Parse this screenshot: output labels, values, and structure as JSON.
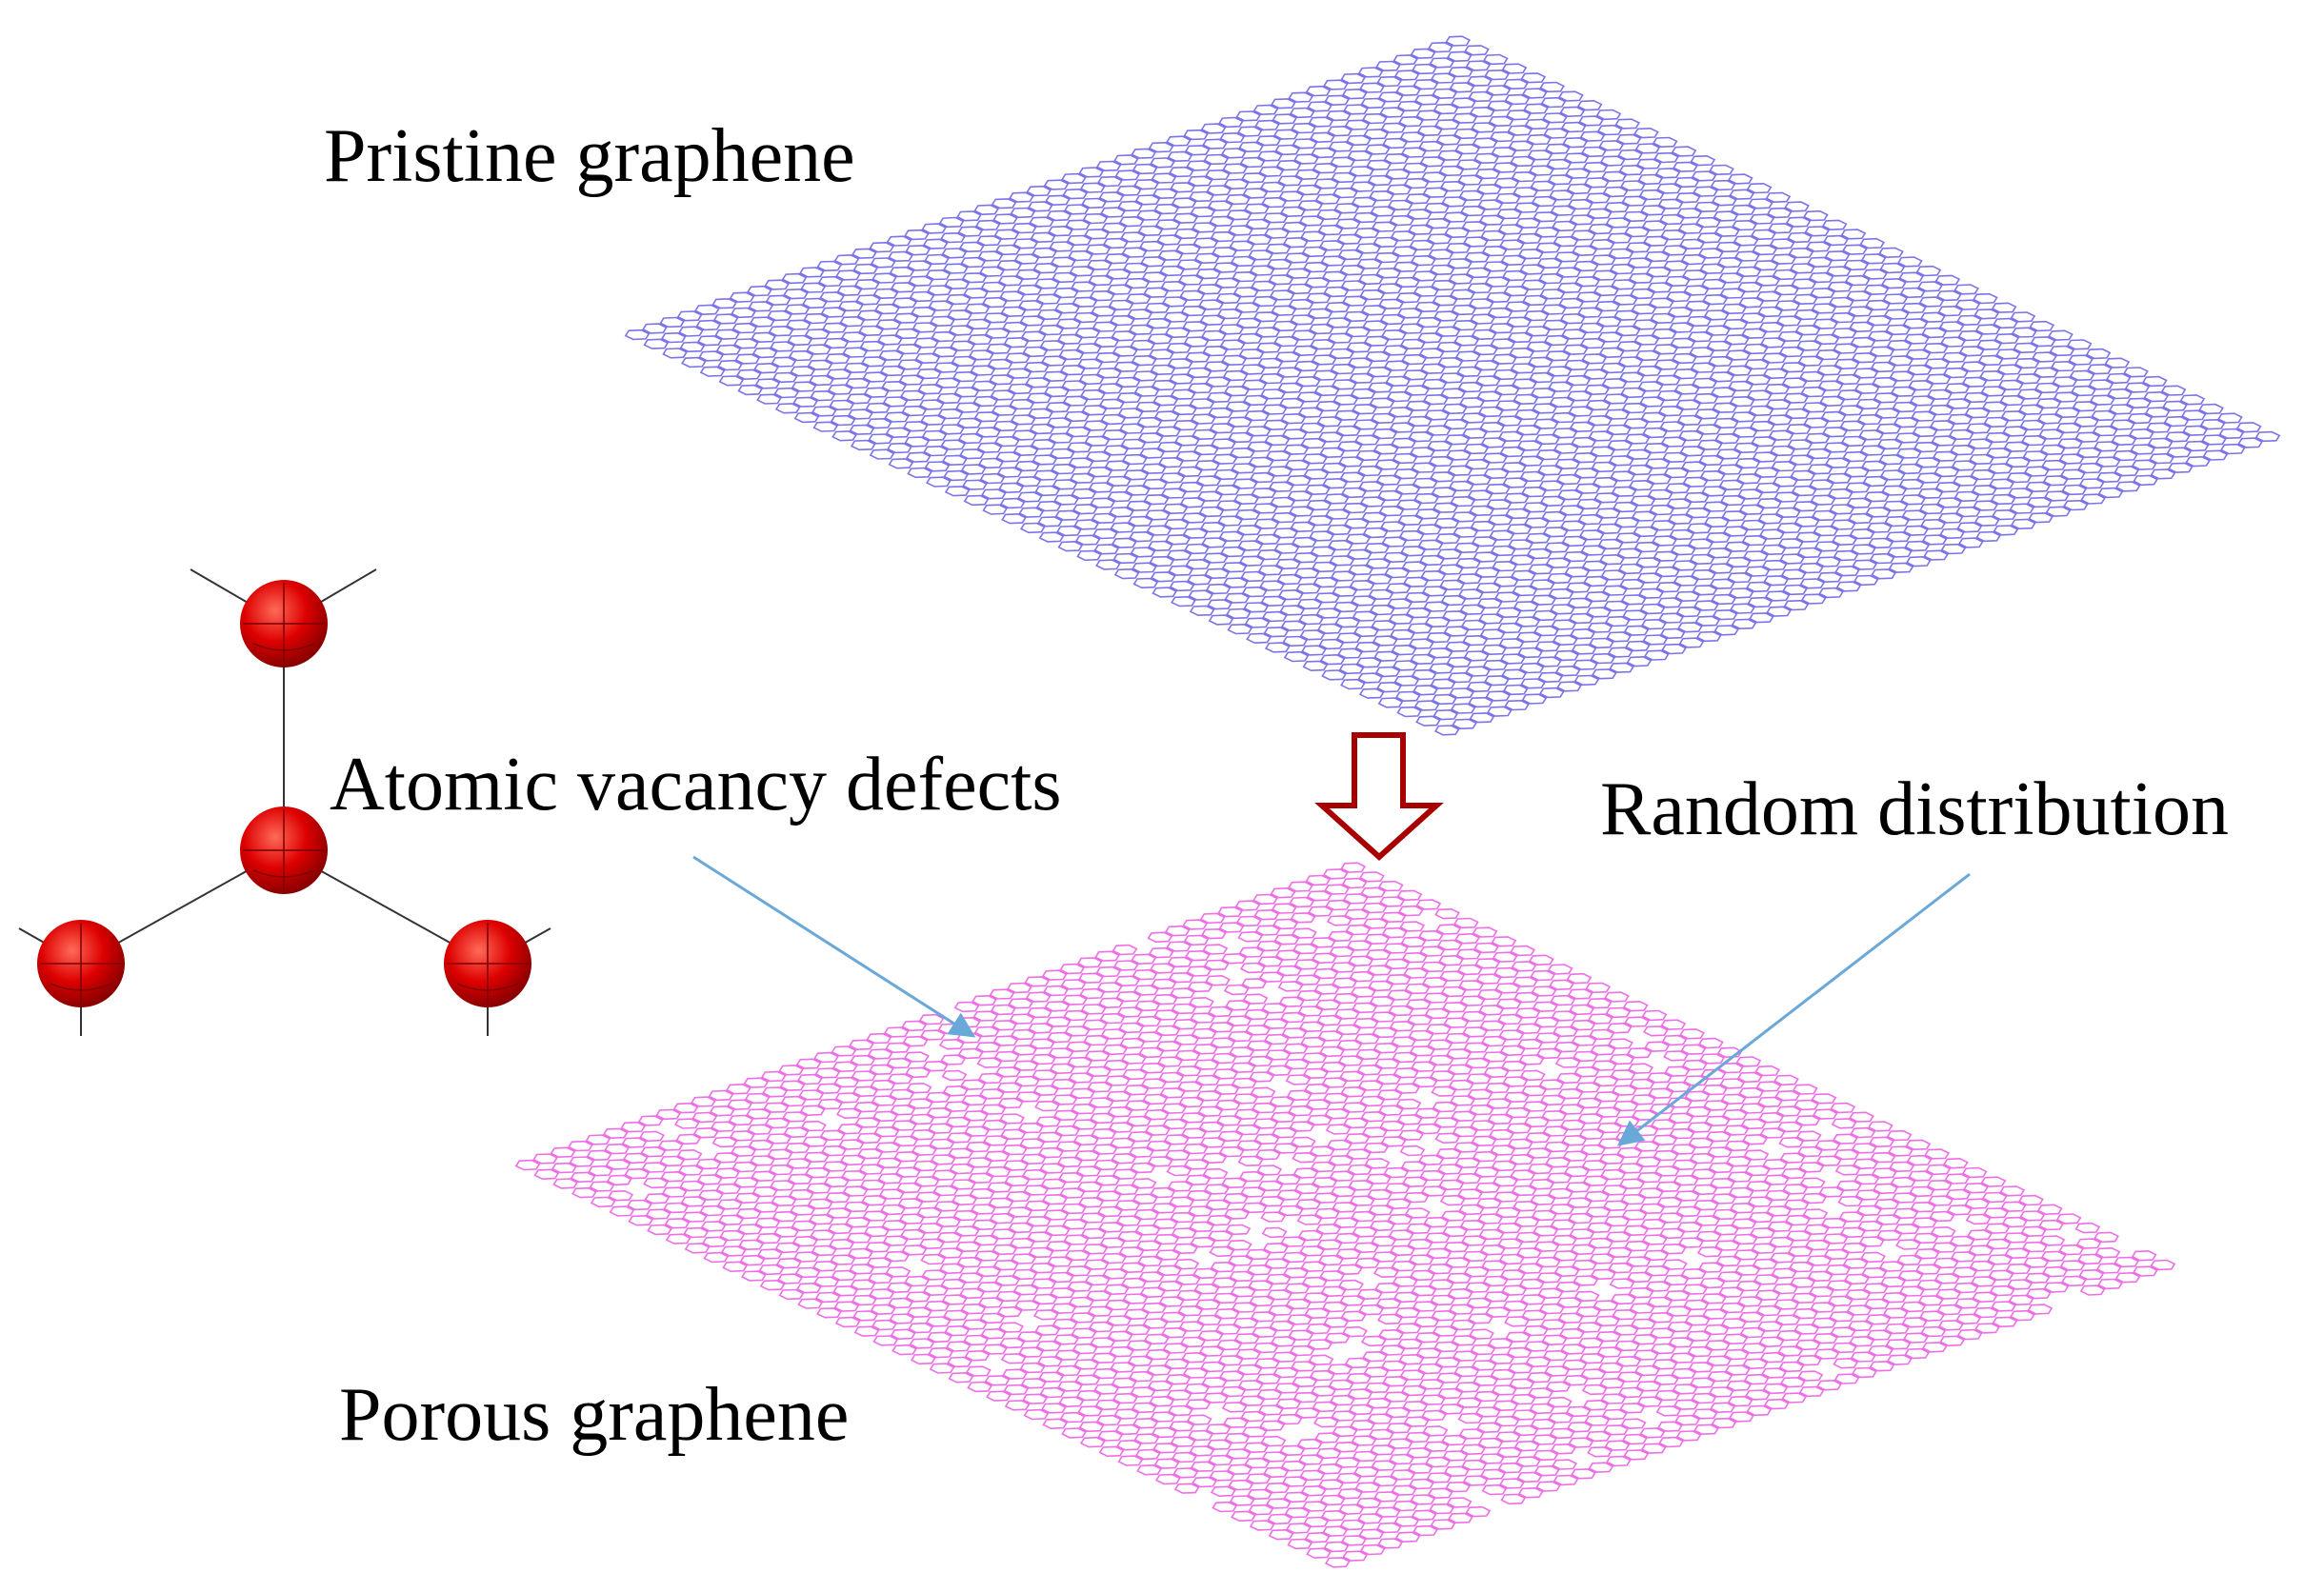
{
  "labels": {
    "pristine": "Pristine  graphene",
    "atomic_vacancy": "Atomic  vacancy  defects",
    "random_distribution": "Random  distribution",
    "porous": "Porous  graphene"
  },
  "colors": {
    "pristine_lattice": "#7b74e8",
    "porous_lattice": "#ee6ee6",
    "atom": "#dd0000",
    "atom_dark": "#8a0000",
    "transform_arrow": "#a80000",
    "pointer_arrow": "#6aa8d8",
    "bond": "#333333"
  },
  "icons": {
    "atom_cluster": "carbon-atom-trigonal-icon",
    "transform_arrow": "down-arrow-outline-icon"
  }
}
